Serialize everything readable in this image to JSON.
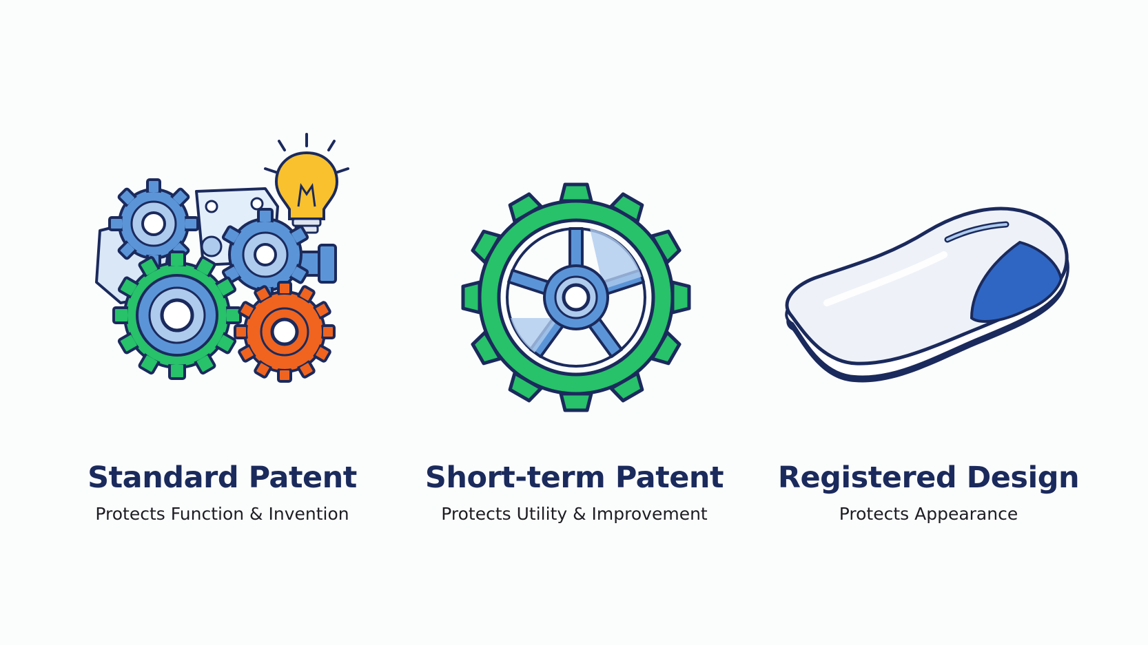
{
  "colors": {
    "navy": "#1b2a5c",
    "blue": "#5b95d8",
    "light_blue": "#aecbee",
    "green": "#27c26a",
    "orange": "#f0641f",
    "yellow": "#f8c12d"
  },
  "panels": [
    {
      "icon": "gears-and-lightbulb-icon",
      "title": "Standard Patent",
      "subtitle": "Protects Function & Invention"
    },
    {
      "icon": "gear-icon",
      "title": "Short-term Patent",
      "subtitle": "Protects Utility & Improvement"
    },
    {
      "icon": "computer-mouse-icon",
      "title": "Registered Design",
      "subtitle": "Protects Appearance"
    }
  ]
}
